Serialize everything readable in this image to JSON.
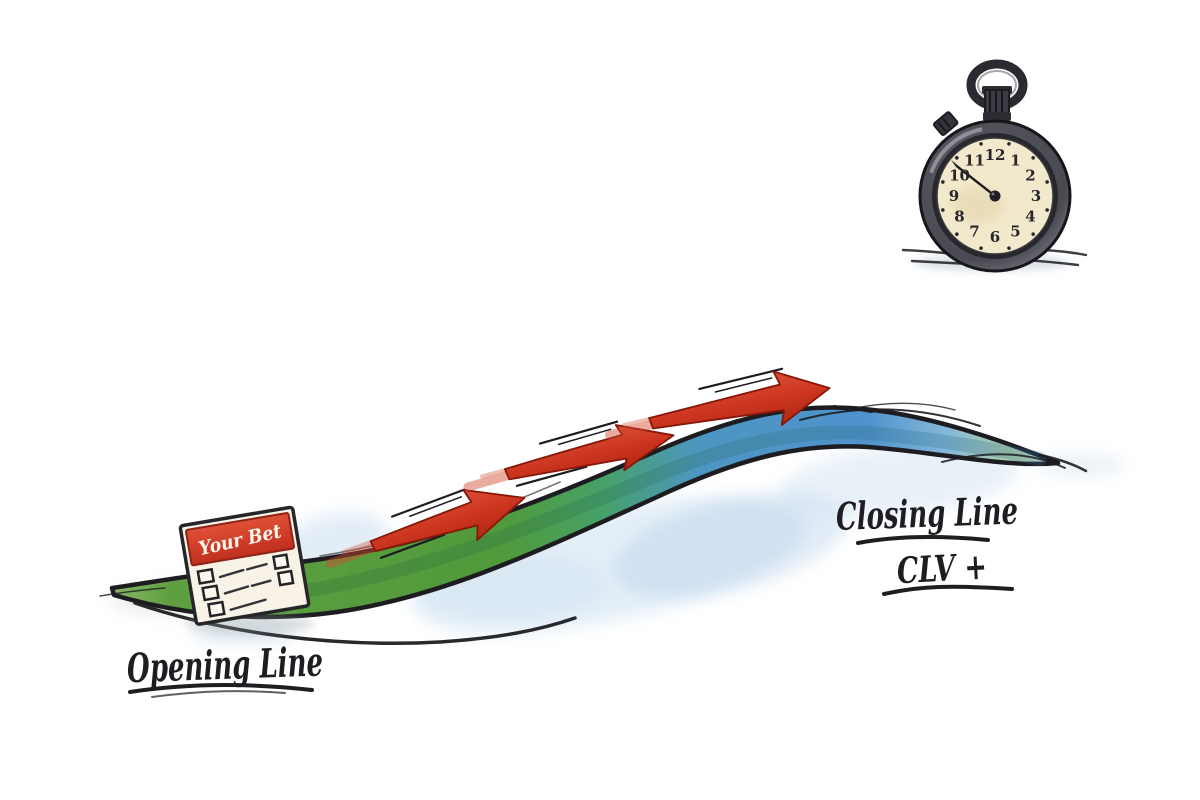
{
  "labels": {
    "opening_line": "Opening Line",
    "closing_line": "Closing Line",
    "clv": "CLV +"
  },
  "bet_slip": {
    "header": "Your Bet"
  },
  "stopwatch": {
    "numerals": [
      "12",
      "1",
      "2",
      "3",
      "4",
      "5",
      "6",
      "7",
      "8",
      "9",
      "10",
      "11"
    ]
  },
  "colors": {
    "ink": "#1d1d22",
    "arrow_red": "#c8301c",
    "slip_header_red": "#d4402c",
    "band_green": "#4f9a3c",
    "band_blue": "#4b93cc",
    "watch_face_cream": "#f2e8cb",
    "watch_rim_gray": "#3c3c44",
    "wash_blue": "#b9d3e8",
    "paper_cream": "#f8f3e6",
    "background": "#ffffff"
  }
}
